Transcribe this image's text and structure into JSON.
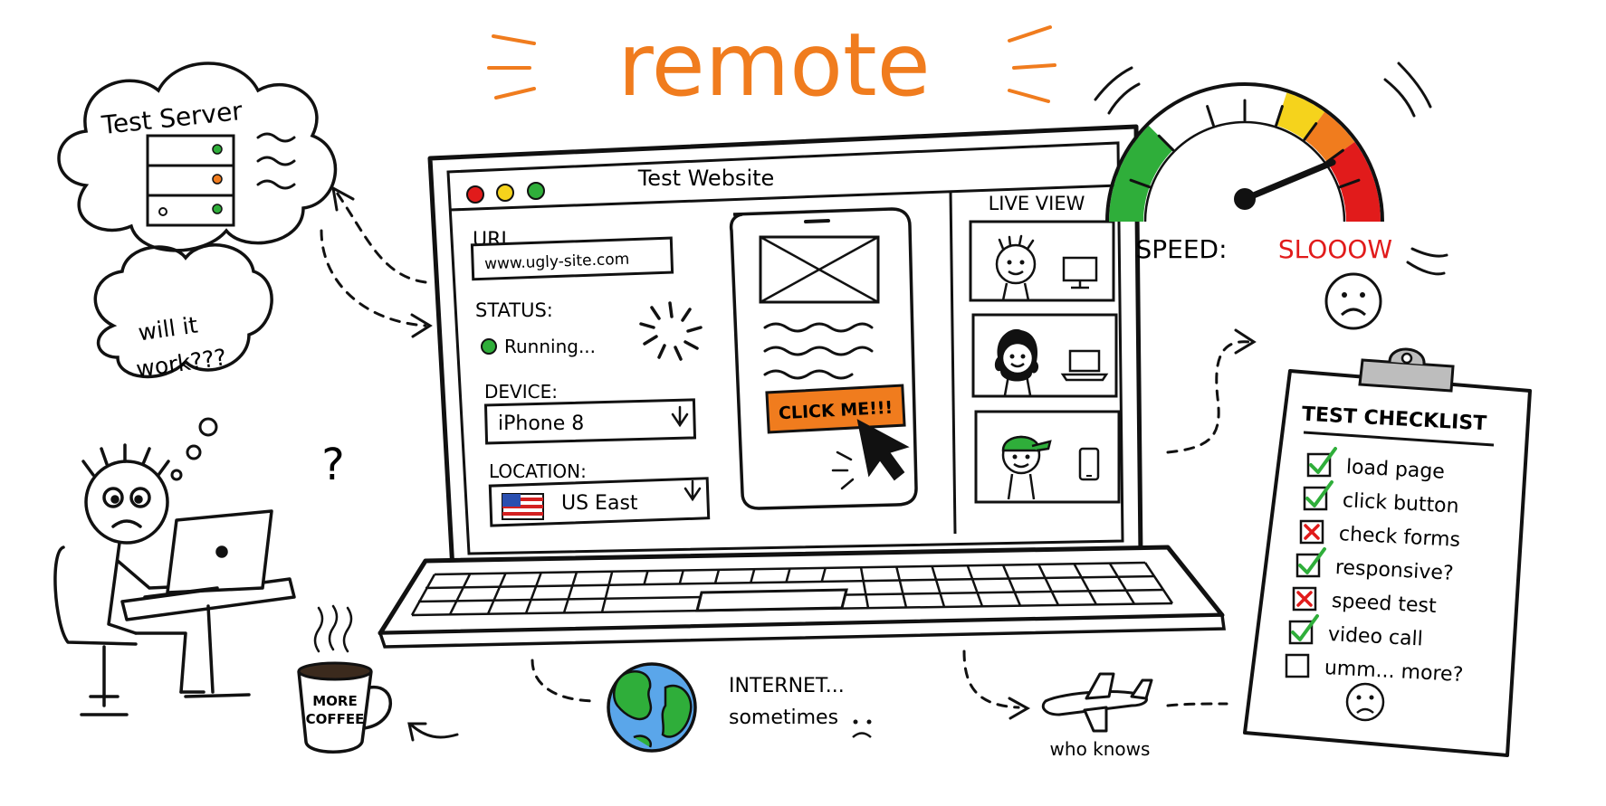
{
  "title": "remote",
  "server": {
    "label": "Test Server"
  },
  "thought": {
    "line1": "will it",
    "line2": "work???"
  },
  "question_mark": "?",
  "mug": {
    "line1": "MORE",
    "line2": "COFFEE"
  },
  "browser": {
    "title": "Test Website",
    "url_label": "URL",
    "url_value": "www.ugly-site.com",
    "status_label": "STATUS:",
    "status_value": "Running...",
    "device_label": "DEVICE:",
    "device_value": "iPhone 8",
    "location_label": "LOCATION:",
    "location_value": "US East",
    "phone_button": "CLICK ME!!!",
    "live_view_label": "LIVE VIEW"
  },
  "internet": {
    "line1": "INTERNET...",
    "line2": "sometimes"
  },
  "plane_caption": "who knows",
  "speed": {
    "label": "SPEED:",
    "value": "SLOOOW",
    "level": 0.82
  },
  "checklist": {
    "title": "TEST CHECKLIST",
    "items": [
      {
        "label": "load page",
        "state": "check"
      },
      {
        "label": "click button",
        "state": "check"
      },
      {
        "label": "check forms",
        "state": "cross"
      },
      {
        "label": "responsive?",
        "state": "check"
      },
      {
        "label": "speed test",
        "state": "cross"
      },
      {
        "label": "video call",
        "state": "check"
      },
      {
        "label": "umm... more?",
        "state": "empty"
      }
    ]
  },
  "colors": {
    "accent": "#f07c1e",
    "ok": "#2fae3a",
    "bad": "#e11b1b",
    "yellow": "#f5d31c"
  }
}
